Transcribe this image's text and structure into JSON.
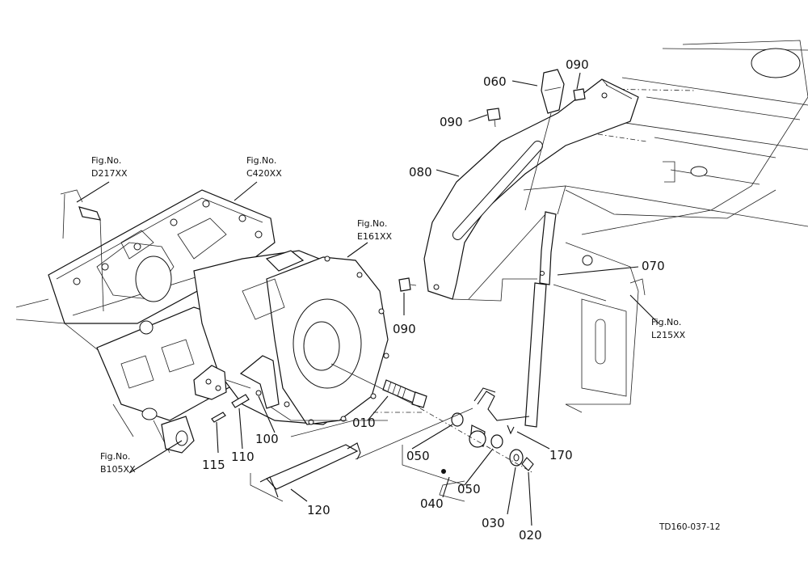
{
  "drawing_code": "TD160-037-12",
  "references": [
    {
      "caption": "Fig.No.",
      "code": "D217XX"
    },
    {
      "caption": "Fig.No.",
      "code": "C420XX"
    },
    {
      "caption": "Fig.No.",
      "code": "E161XX"
    },
    {
      "caption": "Fig.No.",
      "code": "B105XX"
    },
    {
      "caption": "Fig.No.",
      "code": "L215XX"
    }
  ],
  "parts": [
    {
      "number": "060"
    },
    {
      "number": "090"
    },
    {
      "number": "090"
    },
    {
      "number": "080"
    },
    {
      "number": "070"
    },
    {
      "number": "090"
    },
    {
      "number": "010"
    },
    {
      "number": "100"
    },
    {
      "number": "110"
    },
    {
      "number": "115"
    },
    {
      "number": "120"
    },
    {
      "number": "050"
    },
    {
      "number": "050"
    },
    {
      "number": "040"
    },
    {
      "number": "030"
    },
    {
      "number": "020"
    },
    {
      "number": "170"
    }
  ]
}
